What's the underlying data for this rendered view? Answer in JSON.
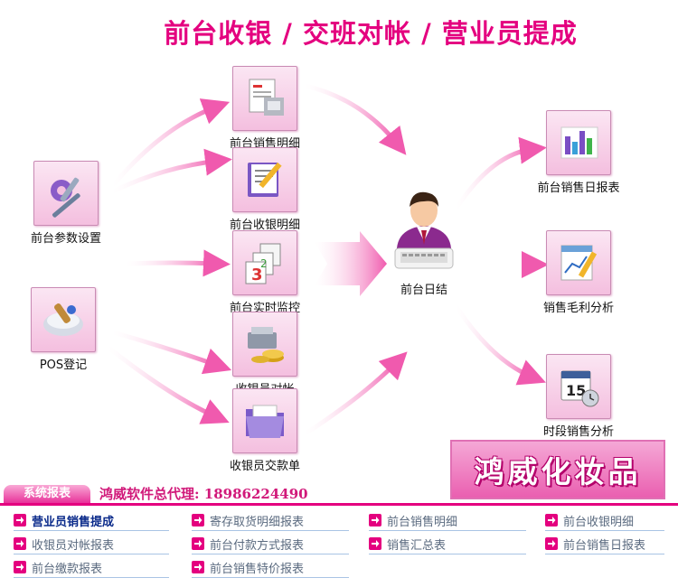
{
  "title": "前台收银 / 交班对帐 / 营业员提成",
  "colors": {
    "accent": "#e4007f",
    "tile_bg": "#f4bfdf"
  },
  "nodes": {
    "params": {
      "label": "前台参数设置",
      "icon": "tools-gear-icon"
    },
    "pos": {
      "label": "POS登记",
      "icon": "pos-register-icon"
    },
    "sales_detail": {
      "label": "前台销售明细",
      "icon": "document-printer-icon"
    },
    "cash_detail": {
      "label": "前台收银明细",
      "icon": "notebook-pencil-icon"
    },
    "monitor": {
      "label": "前台实时监控",
      "icon": "numbered-calendar-icon"
    },
    "reconcile": {
      "label": "收银员对帐",
      "icon": "cash-register-coins-icon"
    },
    "handover": {
      "label": "收银员交款单",
      "icon": "folder-icon"
    },
    "daily_close": {
      "label": "前台日结",
      "icon": "cashier-person-icon"
    },
    "daily_report": {
      "label": "前台销售日报表",
      "icon": "bar-chart-icon"
    },
    "margin": {
      "label": "销售毛利分析",
      "icon": "chart-pencil-icon"
    },
    "period": {
      "label": "时段销售分析",
      "icon": "calendar-clock-icon"
    }
  },
  "brand": "鸿威化妆品",
  "footer": {
    "tab": "系统报表",
    "agent": "鸿威软件总代理: 18986224490"
  },
  "reports": [
    [
      "营业员销售提成",
      "寄存取货明细报表",
      "前台销售明细",
      "前台收银明细"
    ],
    [
      "收银员对帐报表",
      "前台付款方式报表",
      "销售汇总表",
      "前台销售日报表"
    ],
    [
      "前台缴款报表",
      "前台销售特价报表",
      "",
      ""
    ]
  ]
}
